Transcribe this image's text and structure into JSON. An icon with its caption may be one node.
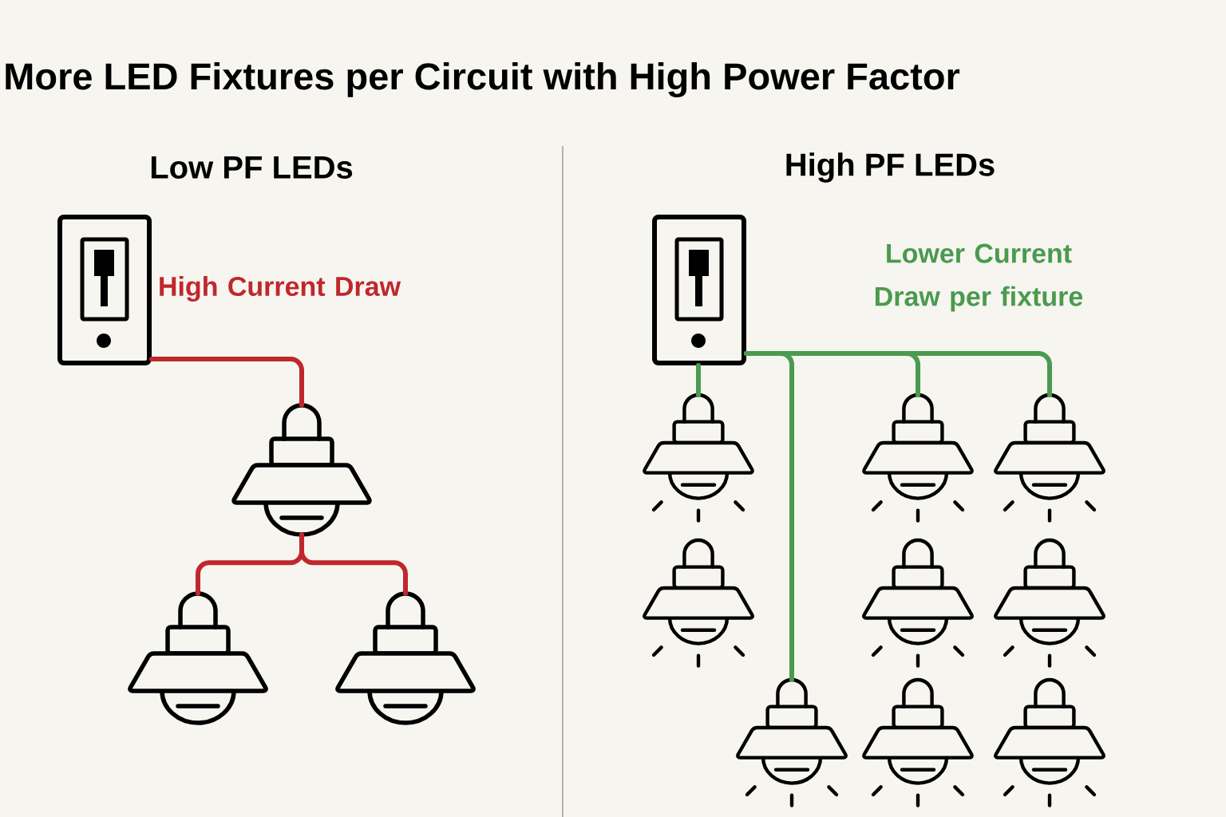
{
  "diagram": {
    "title": "More LED Fixtures per Circuit with High Power Factor",
    "nodes": [
      {
        "text": [],
        "shape": "picture"
      },
      {
        "text": [],
        "shape": "picture"
      },
      {
        "text": [],
        "shape": "picture"
      },
      {
        "text": [],
        "shape": "picture"
      },
      {
        "text": [],
        "shape": "picture"
      },
      {
        "text": [],
        "shape": "picture"
      },
      {
        "text": [],
        "shape": "picture"
      },
      {
        "text": [],
        "shape": "picture"
      },
      {
        "text": [],
        "shape": "picture"
      },
      {
        "text": [],
        "shape": "picture"
      },
      {
        "text": [],
        "shape": "picture"
      },
      {
        "text": [],
        "shape": "picture"
      },
      {
        "text": [],
        "shape": "picture"
      },
      {
        "text": [],
        "shape": "picture"
      }
    ],
    "edges": [
      {
        "from": 0,
        "to": 1,
        "arrow": "none",
        "color": "#c0272d"
      },
      {
        "from": 1,
        "to": 2,
        "arrow": "none",
        "color": "#c0272d"
      },
      {
        "from": 1,
        "to": 3,
        "arrow": "none",
        "color": "#c0272d"
      },
      {
        "from": 4,
        "to": 5,
        "arrow": "none",
        "color": "#4a9a4f"
      },
      {
        "from": 4,
        "to": 6,
        "arrow": "none",
        "color": "#4a9a4f"
      },
      {
        "from": 4,
        "to": 7,
        "arrow": "none",
        "color": "#4a9a4f"
      },
      {
        "from": 4,
        "to": 11,
        "arrow": "none",
        "color": "#4a9a4f"
      }
    ],
    "labels": [
      "Low PF LEDs",
      "High PF LEDs",
      "High Current Draw",
      "Lower Current Draw per fixture"
    ]
  }
}
